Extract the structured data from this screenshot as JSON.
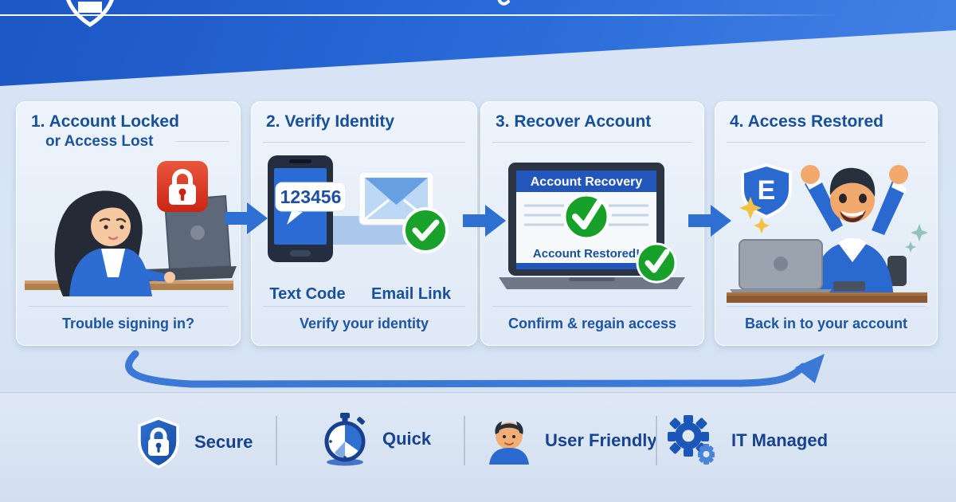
{
  "header": {
    "logo_icon": "shield-logo",
    "note": "title text cropped at top edge"
  },
  "steps": [
    {
      "title": "1. Account Locked",
      "subtitle": "or Access Lost",
      "caption": "Trouble signing in?",
      "illustration": "worried-woman-at-laptop",
      "badge_icon": "red-padlock"
    },
    {
      "title": "2. Verify Identity",
      "caption": "Verify your identity",
      "phone_code": "123456",
      "label_left": "Text Code",
      "label_right": "Email Link",
      "icons": [
        "smartphone",
        "sms-bubble",
        "email-envelope",
        "green-check"
      ]
    },
    {
      "title": "3. Recover Account",
      "caption": "Confirm & regain access",
      "screen_header": "Account Recovery",
      "screen_message": "Account Restored!",
      "icons": [
        "laptop",
        "green-check",
        "green-check"
      ]
    },
    {
      "title": "4. Access Restored",
      "caption": "Back in to your account",
      "shield_letter": "E",
      "illustration": "celebrating-man-at-laptop",
      "icons": [
        "blue-shield-e",
        "sparkles"
      ]
    }
  ],
  "features": [
    {
      "label": "Secure",
      "icon": "shield-lock-icon"
    },
    {
      "label": "Quick",
      "icon": "stopwatch-icon"
    },
    {
      "label": "User Friendly",
      "icon": "person-icon"
    },
    {
      "label": "IT Managed",
      "icon": "gears-icon"
    }
  ],
  "colors": {
    "header_blue": "#2767d6",
    "accent_blue": "#2e6fd2",
    "title_text": "#174f9c",
    "success_green": "#18a12b",
    "alert_red": "#d32a18",
    "card_bg": "#e9f0fa"
  }
}
